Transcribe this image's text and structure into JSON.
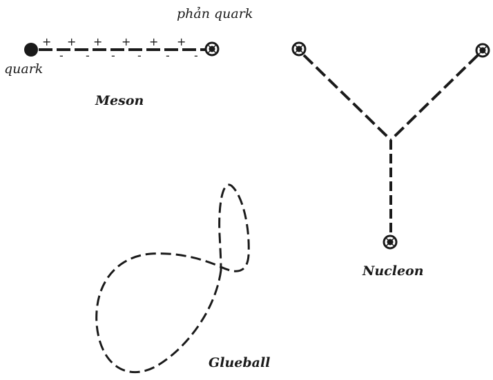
{
  "meson": {
    "antiquark_label": "phản quark",
    "quark_label": "quark",
    "title": "Meson",
    "plus_signs": [
      "+",
      "+",
      "+",
      "+",
      "+",
      "+"
    ],
    "minus_signs": [
      "-",
      "-",
      "-",
      "-",
      "-",
      "-"
    ]
  },
  "nucleon": {
    "title": "Nucleon"
  },
  "glueball": {
    "title": "Glueball"
  },
  "colors": {
    "ink": "#1a1a1a",
    "background": "#ffffff"
  }
}
